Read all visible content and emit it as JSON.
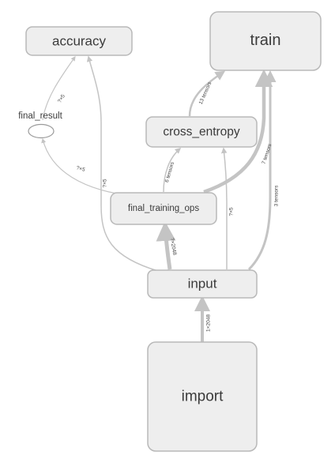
{
  "nodes": {
    "accuracy": "accuracy",
    "train": "train",
    "final_result": "final_result",
    "cross_entropy": "cross_entropy",
    "final_training_ops": "final_training_ops",
    "input": "input",
    "import": "import"
  },
  "edges": {
    "final_result_to_accuracy": "?×5",
    "cross_entropy_to_train": "13 tensors",
    "final_ops_to_final_result": "?×5",
    "final_ops_to_accuracy": "?×5",
    "final_ops_to_cross_entropy": "6 tensors",
    "final_ops_to_train": "7 tensors",
    "input_to_final_ops": "?×2048",
    "input_to_cross_entropy": "?×5",
    "input_to_train": "3 tensors",
    "import_to_input": "1×2048"
  },
  "colors": {
    "node_fill": "#eeeeee",
    "node_stroke": "#b8b8b8",
    "edge": "#c4c4c4",
    "text": "#3b3b3b"
  }
}
